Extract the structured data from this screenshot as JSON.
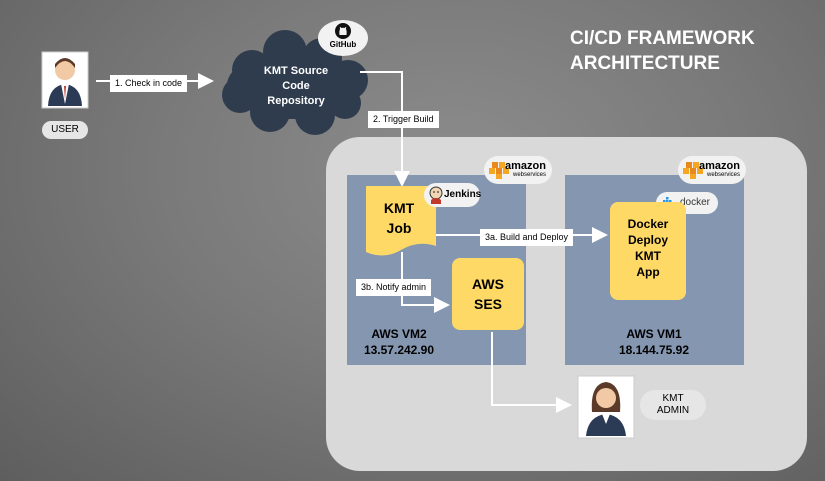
{
  "title": {
    "line1": "CI/CD FRAMEWORK",
    "line2": "ARCHITECTURE"
  },
  "user": {
    "label": "USER"
  },
  "repo": {
    "line1": "KMT Source",
    "line2": "Code",
    "line3": "Repository",
    "badge": "GitHub"
  },
  "steps": {
    "step1": "1. Check in code",
    "step2": "2. Trigger Build",
    "step3a": "3a. Build and Deploy",
    "step3b": "3b. Notify admin"
  },
  "job": {
    "line1": "KMT",
    "line2": "Job",
    "badge": "Jenkins"
  },
  "ses": {
    "line1": "AWS",
    "line2": "SES"
  },
  "docker": {
    "line1": "Docker",
    "line2": "Deploy",
    "line3": "KMT",
    "line4": "App",
    "badge": "docker"
  },
  "vm2": {
    "name": "AWS VM2",
    "ip": "13.57.242.90"
  },
  "vm1": {
    "name": "AWS VM1",
    "ip": "18.144.75.92"
  },
  "amazon": {
    "brand": "amazon",
    "sub": "webservices"
  },
  "admin": {
    "line1": "KMT",
    "line2": "ADMIN"
  },
  "colors": {
    "cloud": "#2e3c4e",
    "vm": "#8496b0",
    "container": "#d9d9d9",
    "box": "#ffd966"
  }
}
